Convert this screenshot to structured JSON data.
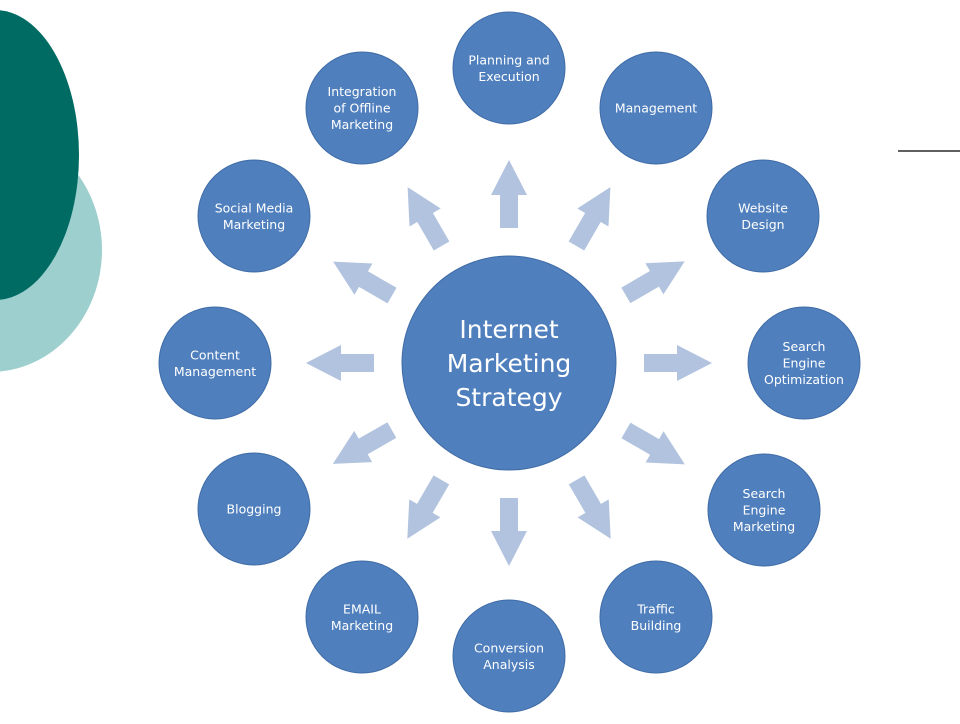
{
  "colors": {
    "node_fill": "#4f7fbd",
    "node_stroke": "#3f6ca6",
    "arrow_fill": "#b1c3de",
    "deco_dark": "#006b63",
    "deco_light": "#9ccfcd",
    "rule_line": "#000000"
  },
  "center": {
    "lines": [
      "Internet",
      "Marketing",
      "Strategy"
    ]
  },
  "nodes": [
    {
      "id": "planning-and-execution",
      "lines": [
        "Planning and",
        "Execution"
      ]
    },
    {
      "id": "management",
      "lines": [
        "Management"
      ]
    },
    {
      "id": "website-design",
      "lines": [
        "Website",
        "Design"
      ]
    },
    {
      "id": "search-engine-optimization",
      "lines": [
        "Search",
        "Engine",
        "Optimization"
      ]
    },
    {
      "id": "search-engine-marketing",
      "lines": [
        "Search",
        "Engine",
        "Marketing"
      ]
    },
    {
      "id": "traffic-building",
      "lines": [
        "Traffic",
        "Building"
      ]
    },
    {
      "id": "conversion-analysis",
      "lines": [
        "Conversion",
        "Analysis"
      ]
    },
    {
      "id": "email-marketing",
      "lines": [
        "EMAIL",
        "Marketing"
      ]
    },
    {
      "id": "blogging",
      "lines": [
        "Blogging"
      ]
    },
    {
      "id": "content-management",
      "lines": [
        "Content",
        "Management"
      ]
    },
    {
      "id": "social-media-marketing",
      "lines": [
        "Social Media",
        "Marketing"
      ]
    },
    {
      "id": "integration-of-offline-marketing",
      "lines": [
        "Integration",
        "of Offline",
        "Marketing"
      ]
    }
  ]
}
